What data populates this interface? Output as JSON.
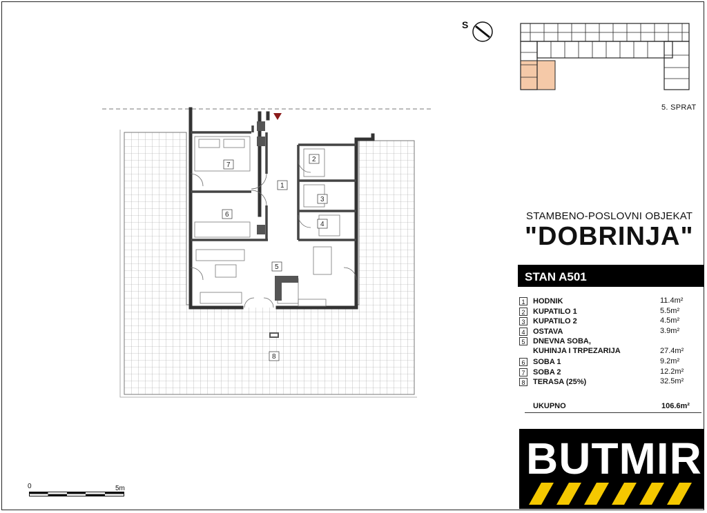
{
  "orientation": {
    "label": "S"
  },
  "floor": {
    "label": "5. SPRAT"
  },
  "project": {
    "subtitle": "STAMBENO-POSLOVNI OBJEKAT",
    "name": "\"DOBRINJA\""
  },
  "apartment": {
    "id": "STAN A501"
  },
  "rooms": [
    {
      "num": "1",
      "name": "HODNIK",
      "area": "11.4m²"
    },
    {
      "num": "2",
      "name": "KUPATILO 1",
      "area": "5.5m²"
    },
    {
      "num": "3",
      "name": "KUPATILO 2",
      "area": "4.5m²"
    },
    {
      "num": "4",
      "name": "OSTAVA",
      "area": "3.9m²"
    },
    {
      "num": "5",
      "name_line1": "DNEVNA SOBA,",
      "name_line2": "KUHINJA I TRPEZARIJA",
      "area": "27.4m²"
    },
    {
      "num": "6",
      "name": "SOBA 1",
      "area": "9.2m²"
    },
    {
      "num": "7",
      "name": "SOBA 2",
      "area": "12.2m²"
    },
    {
      "num": "8",
      "name": "TERASA (25%)",
      "area": "32.5m²"
    }
  ],
  "total": {
    "label": "UKUPNO",
    "value": "106.6m²"
  },
  "logo": {
    "text": "BUTMIR"
  },
  "scale": {
    "start": "0",
    "end": "5m"
  },
  "colors": {
    "highlight": "#f5c9a8",
    "brand_yellow": "#f5c800",
    "entrance_marker": "#8b1a1a"
  }
}
